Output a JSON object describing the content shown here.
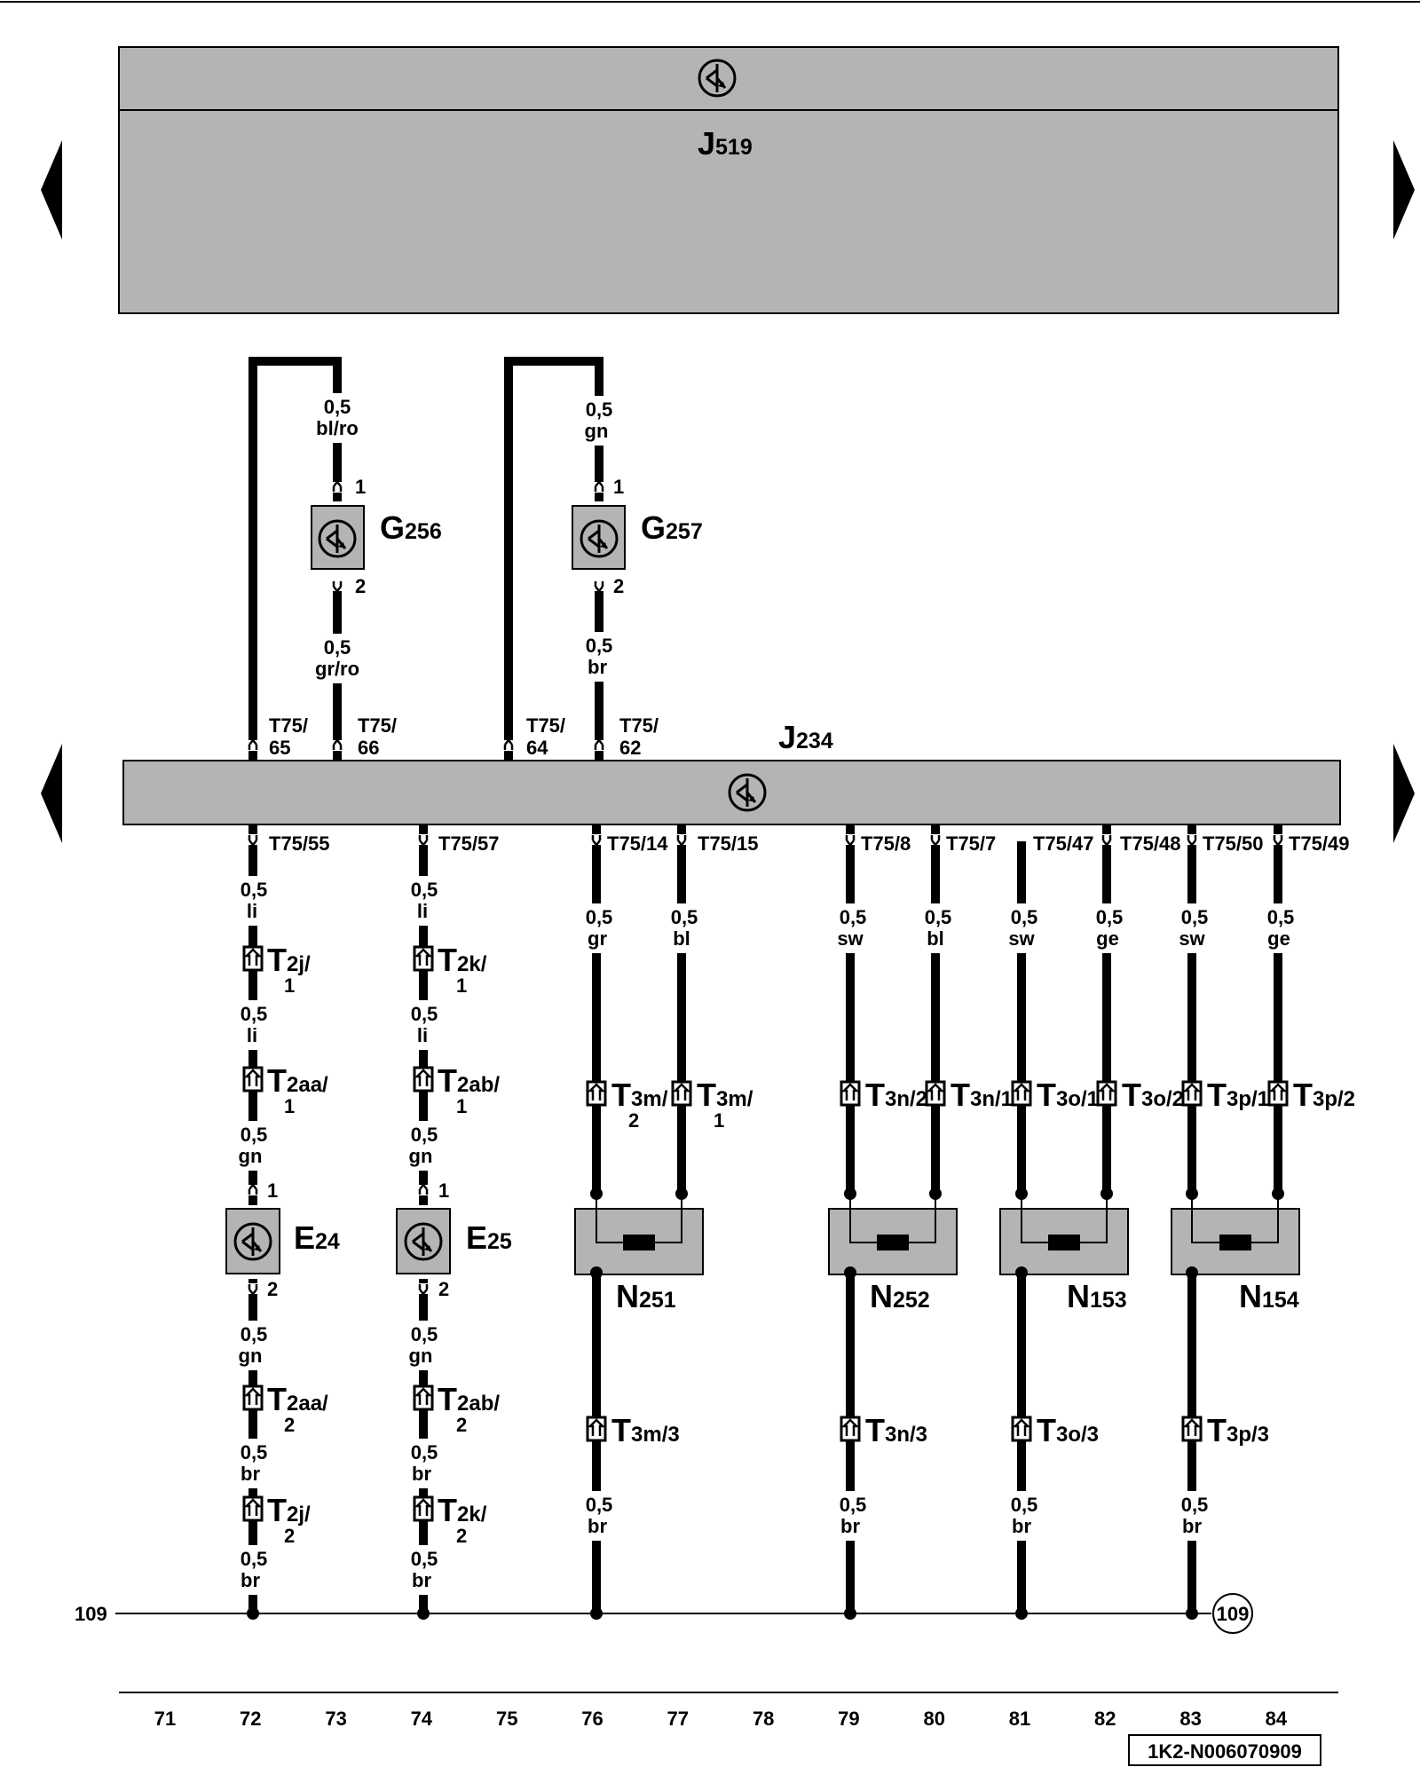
{
  "modules": {
    "J519": {
      "prefix": "J",
      "sub": "519"
    },
    "J234": {
      "prefix": "J",
      "sub": "234"
    }
  },
  "sensors": {
    "G256": {
      "prefix": "G",
      "sub": "256",
      "pin_top": "1",
      "pin_bottom": "2"
    },
    "G257": {
      "prefix": "G",
      "sub": "257",
      "pin_top": "1",
      "pin_bottom": "2"
    },
    "E24": {
      "prefix": "E",
      "sub": "24",
      "pin_top": "1",
      "pin_bottom": "2"
    },
    "E25": {
      "prefix": "E",
      "sub": "25",
      "pin_top": "1",
      "pin_bottom": "2"
    }
  },
  "wires": {
    "g256_top": {
      "size": "0,5",
      "color": "bl/ro"
    },
    "g256_bottom": {
      "size": "0,5",
      "color": "gr/ro"
    },
    "g257_top": {
      "size": "0,5",
      "color": "gn"
    },
    "g257_bottom": {
      "size": "0,5",
      "color": "br"
    },
    "c72_a": {
      "size": "0,5",
      "color": "li"
    },
    "c72_b": {
      "size": "0,5",
      "color": "li"
    },
    "c72_c": {
      "size": "0,5",
      "color": "gn"
    },
    "c72_d": {
      "size": "0,5",
      "color": "gn"
    },
    "c72_e": {
      "size": "0,5",
      "color": "br"
    },
    "c72_f": {
      "size": "0,5",
      "color": "br"
    },
    "c74_a": {
      "size": "0,5",
      "color": "li"
    },
    "c74_b": {
      "size": "0,5",
      "color": "li"
    },
    "c74_c": {
      "size": "0,5",
      "color": "gn"
    },
    "c74_d": {
      "size": "0,5",
      "color": "gn"
    },
    "c74_e": {
      "size": "0,5",
      "color": "br"
    },
    "c74_f": {
      "size": "0,5",
      "color": "br"
    },
    "c76": {
      "size": "0,5",
      "color": "gr"
    },
    "c77": {
      "size": "0,5",
      "color": "bl"
    },
    "c79": {
      "size": "0,5",
      "color": "sw"
    },
    "c80": {
      "size": "0,5",
      "color": "bl"
    },
    "c81": {
      "size": "0,5",
      "color": "sw"
    },
    "c82": {
      "size": "0,5",
      "color": "ge"
    },
    "c83": {
      "size": "0,5",
      "color": "sw"
    },
    "c84": {
      "size": "0,5",
      "color": "ge"
    },
    "n251_out": {
      "size": "0,5",
      "color": "br"
    },
    "n252_out": {
      "size": "0,5",
      "color": "br"
    },
    "n153_out": {
      "size": "0,5",
      "color": "br"
    },
    "n154_out": {
      "size": "0,5",
      "color": "br"
    }
  },
  "terminals": {
    "t65": {
      "a": "T75/",
      "b": "65"
    },
    "t66": {
      "a": "T75/",
      "b": "66"
    },
    "t64": {
      "a": "T75/",
      "b": "64"
    },
    "t62": {
      "a": "T75/",
      "b": "62"
    },
    "t55": "T75/55",
    "t57": "T75/57",
    "t14": "T75/14",
    "t15": "T75/15",
    "t8": "T75/8",
    "t7": "T75/7",
    "t47": "T75/47",
    "t48": "T75/48",
    "t50": "T75/50",
    "t49": "T75/49"
  },
  "connectors": {
    "t2j1": {
      "pre": "T",
      "a": "2j/",
      "b": "1"
    },
    "t2aa1": {
      "pre": "T",
      "a": "2aa/",
      "b": "1"
    },
    "t2aa2": {
      "pre": "T",
      "a": "2aa/",
      "b": "2"
    },
    "t2j2": {
      "pre": "T",
      "a": "2j/",
      "b": "2"
    },
    "t2k1": {
      "pre": "T",
      "a": "2k/",
      "b": "1"
    },
    "t2ab1": {
      "pre": "T",
      "a": "2ab/",
      "b": "1"
    },
    "t2ab2": {
      "pre": "T",
      "a": "2ab/",
      "b": "2"
    },
    "t2k2": {
      "pre": "T",
      "a": "2k/",
      "b": "2"
    },
    "t3m2": {
      "pre": "T",
      "a": "3m/",
      "b": "2"
    },
    "t3m1": {
      "pre": "T",
      "a": "3m/",
      "b": "1"
    },
    "t3n2": {
      "pre": "T",
      "a": "3n/2",
      "b": ""
    },
    "t3n1": {
      "pre": "T",
      "a": "3n/1",
      "b": ""
    },
    "t3o1": {
      "pre": "T",
      "a": "3o/1",
      "b": ""
    },
    "t3o2": {
      "pre": "T",
      "a": "3o/2",
      "b": ""
    },
    "t3p1": {
      "pre": "T",
      "a": "3p/1",
      "b": ""
    },
    "t3p2": {
      "pre": "T",
      "a": "3p/2",
      "b": ""
    },
    "t3m3": {
      "pre": "T",
      "a": "3m/3",
      "b": ""
    },
    "t3n3": {
      "pre": "T",
      "a": "3n/3",
      "b": ""
    },
    "t3o3": {
      "pre": "T",
      "a": "3o/3",
      "b": ""
    },
    "t3p3": {
      "pre": "T",
      "a": "3p/3",
      "b": ""
    }
  },
  "valves": {
    "N251": {
      "prefix": "N",
      "sub": "251"
    },
    "N252": {
      "prefix": "N",
      "sub": "252"
    },
    "N153": {
      "prefix": "N",
      "sub": "153"
    },
    "N154": {
      "prefix": "N",
      "sub": "154"
    }
  },
  "ground": {
    "left": "109",
    "right": "109"
  },
  "columns": [
    "71",
    "72",
    "73",
    "74",
    "75",
    "76",
    "77",
    "78",
    "79",
    "80",
    "81",
    "82",
    "83",
    "84"
  ],
  "doc_id": "1K2-N006070909",
  "colors": {
    "module_fill": "#b4b4b4",
    "ink": "#000000",
    "background": "#ffffff"
  }
}
